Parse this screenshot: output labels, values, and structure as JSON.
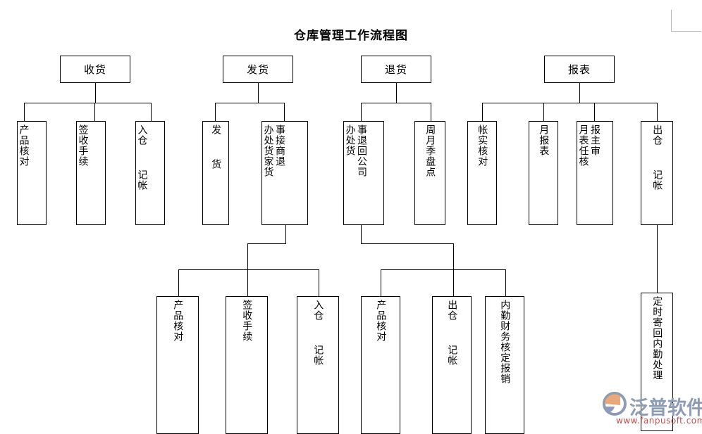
{
  "document": {
    "title": "仓库管理工作流程图"
  },
  "watermark": {
    "brand": "泛普软件",
    "url": "www.fanpusoft.com",
    "brand_color": "#8d9bb4",
    "url_color": "#c0504d",
    "mark_color_1": "#e8a87c",
    "mark_color_2": "#8d9bb4"
  },
  "chart_data": {
    "type": "diagram",
    "title": "仓库管理工作流程图",
    "orientation": "top-down tree, vertical CJK text in leaf boxes",
    "roots": [
      {
        "id": "receiving",
        "label": "收货",
        "children": [
          {
            "id": "recv-check",
            "label": "产品核对"
          },
          {
            "id": "recv-sign",
            "label": "签收手续"
          },
          {
            "id": "recv-in",
            "label": "入仓  记帐"
          }
        ]
      },
      {
        "id": "shipping",
        "label": "发货",
        "children": [
          {
            "id": "ship-out",
            "label": "发  货"
          },
          {
            "id": "ship-return",
            "label_col_right": "事接商退",
            "label_col_left": "办处货家货",
            "children": [
              {
                "id": "sr-check",
                "label": "产品核对"
              },
              {
                "id": "sr-sign",
                "label": "签收手续"
              },
              {
                "id": "sr-in",
                "label": "入仓  记帐"
              }
            ]
          }
        ]
      },
      {
        "id": "returns",
        "label": "退货",
        "children": [
          {
            "id": "ret-company",
            "label_col_right": "事退回公司",
            "label_col_left": "办处货",
            "children": [
              {
                "id": "rc-check",
                "label": "产品核对"
              },
              {
                "id": "rc-out",
                "label": "出仓  记帐"
              },
              {
                "id": "rc-fin",
                "label": "内勤财务核定报销"
              }
            ]
          },
          {
            "id": "ret-count",
            "label": "周月季盘点"
          }
        ]
      },
      {
        "id": "reports",
        "label": "报表",
        "children": [
          {
            "id": "rep-recon",
            "label": "帐实核对"
          },
          {
            "id": "rep-month",
            "label": "月报表"
          },
          {
            "id": "rep-approve",
            "label_col_right": "报主审",
            "label_col_left": "月表任核"
          },
          {
            "id": "rep-out",
            "label": "出仓  记帐",
            "children": [
              {
                "id": "rep-mail",
                "label": "定时寄回内勤处理"
              }
            ]
          }
        ]
      }
    ]
  }
}
